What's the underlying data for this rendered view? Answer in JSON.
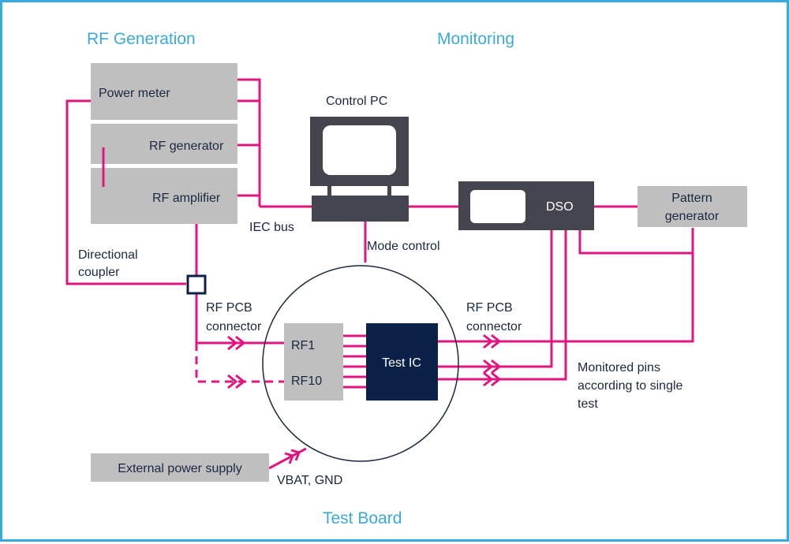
{
  "sections": {
    "rf_generation": "RF Generation",
    "monitoring": "Monitoring",
    "test_board": "Test Board"
  },
  "equipment": {
    "power_meter": "Power meter",
    "rf_generator": "RF generator",
    "rf_amplifier": "RF amplifier",
    "control_pc": "Control PC",
    "dso": "DSO",
    "pattern_generator_line1": "Pattern",
    "pattern_generator_line2": "generator",
    "external_power_supply": "External power supply",
    "test_ic": "Test IC"
  },
  "labels": {
    "iec_bus": "IEC bus",
    "mode_control": "Mode control",
    "directional_coupler_line1": "Directional",
    "directional_coupler_line2": "coupler",
    "rf_pcb_connector_left_line1": "RF PCB",
    "rf_pcb_connector_left_line2": "connector",
    "rf_pcb_connector_right_line1": "RF PCB",
    "rf_pcb_connector_right_line2": "connector",
    "rf1": "RF1",
    "rf10": "RF10",
    "monitored_pins_line1": "Monitored pins",
    "monitored_pins_line2": "according to single",
    "monitored_pins_line3": "test",
    "vbat_gnd": "VBAT, GND"
  },
  "colors": {
    "connection": "#e0157f",
    "section_title": "#3aa9d9",
    "equipment_box": "#bfbfbf",
    "pc_dark": "#454550",
    "test_ic": "#0c2147",
    "frame": "#3aa9dc"
  }
}
